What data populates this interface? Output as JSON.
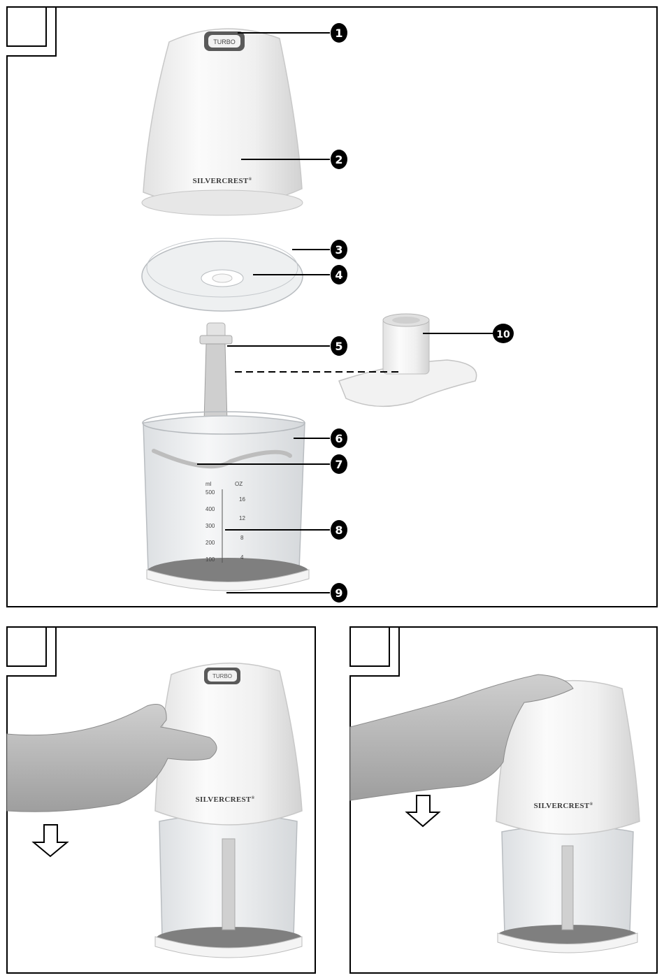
{
  "figure": {
    "turbo_label": "TURBO",
    "brand": "SILVERCREST",
    "brand_mark": "®",
    "cup_scale": {
      "ml_unit": "ml",
      "oz_unit": "OZ",
      "ml_values": [
        "500",
        "400",
        "300",
        "200",
        "100"
      ],
      "oz_values": [
        "16",
        "12",
        "8",
        "4"
      ]
    },
    "callouts": [
      "1",
      "2",
      "3",
      "4",
      "5",
      "6",
      "7",
      "8",
      "9",
      "10"
    ]
  },
  "colors": {
    "frame": "#000000",
    "callout_fill": "#000000",
    "appliance_white": "#f4f4f4",
    "appliance_shade": "#d9d9d9",
    "glass": "#e6e8ea",
    "base_ring": "#8a8a8a",
    "skin": "#bdbdbd"
  },
  "icons": [
    "arrow-down-icon"
  ]
}
